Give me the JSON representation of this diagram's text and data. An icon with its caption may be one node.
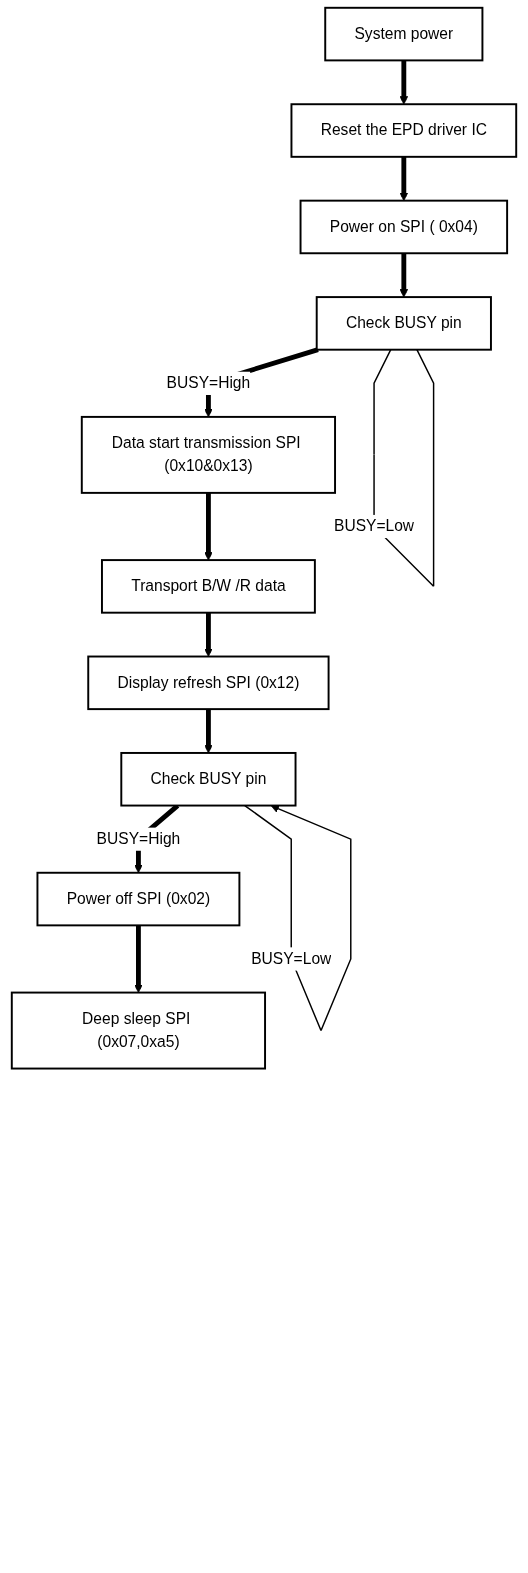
{
  "diagram": {
    "nodes": [
      {
        "text": [
          "System power"
        ]
      },
      {
        "text": [
          "Reset the EPD driver IC"
        ]
      },
      {
        "text": [
          "Power on SPI ( 0x04)"
        ]
      },
      {
        "text": [
          "Check BUSY pin"
        ]
      },
      {
        "text": [
          "Data start transmission SPI (0x10&0x13)"
        ]
      },
      {
        "text": [
          "Transport B/W /R data"
        ]
      },
      {
        "text": [
          "Display refresh SPI (0x12)"
        ]
      },
      {
        "text": [
          "Check BUSY pin"
        ]
      },
      {
        "text": [
          "Power off SPI (0x02)"
        ]
      },
      {
        "text": [
          "Deep sleep SPI (0x07,0xa5)"
        ]
      }
    ],
    "edges": [
      {
        "from": 0,
        "to": 1,
        "arrow": "to"
      },
      {
        "from": 1,
        "to": 2,
        "arrow": "to"
      },
      {
        "from": 2,
        "to": 3,
        "arrow": "to"
      },
      {
        "from": 3,
        "to": 4,
        "arrow": "to",
        "label": "BUSY=High"
      },
      {
        "from": 3,
        "to": 3,
        "arrow": "none",
        "label": "BUSY=Low"
      },
      {
        "from": 4,
        "to": 5,
        "arrow": "to"
      },
      {
        "from": 5,
        "to": 6,
        "arrow": "to"
      },
      {
        "from": 6,
        "to": 7,
        "arrow": "to"
      },
      {
        "from": 7,
        "to": 8,
        "arrow": "to",
        "label": "BUSY=High"
      },
      {
        "from": 7,
        "to": 7,
        "arrow": "to",
        "label": "BUSY=Low"
      },
      {
        "from": 8,
        "to": 9,
        "arrow": "to"
      }
    ]
  }
}
